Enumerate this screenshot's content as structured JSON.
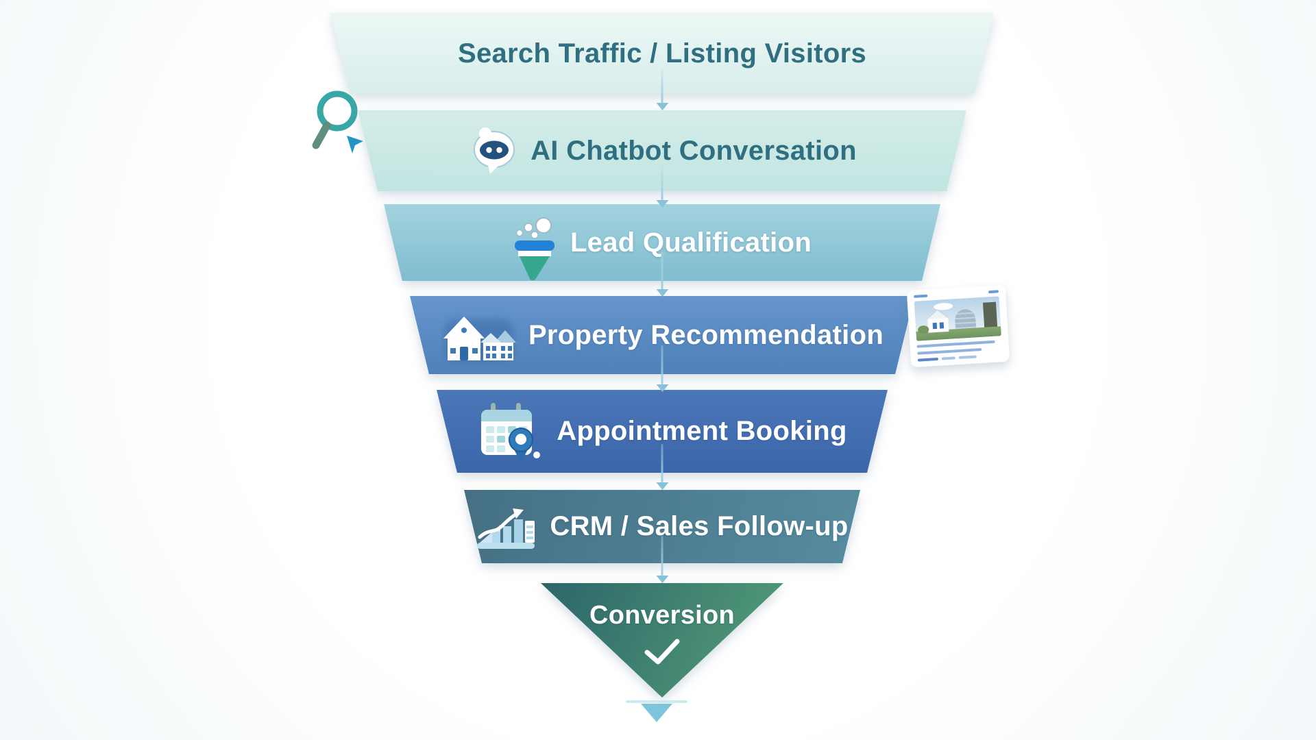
{
  "diagram": {
    "type": "funnel",
    "title": null,
    "stages": [
      {
        "label": "Search Traffic / Listing Visitors",
        "icon": null,
        "text_color": "#2f6f80",
        "bg": [
          "#ecf7f5",
          "#d8eeeb"
        ],
        "angle": "180deg"
      },
      {
        "label": "AI Chatbot Conversation",
        "icon": "chatbot-icon",
        "text_color": "#2f6f80",
        "bg": [
          "#d4ece9",
          "#c1e5e1"
        ],
        "angle": "180deg"
      },
      {
        "label": "Lead Qualification",
        "icon": "funnel-icon",
        "text_color": "#ffffff",
        "bg": [
          "#a3d2de",
          "#7fbdd0"
        ],
        "angle": "180deg"
      },
      {
        "label": "Property Recommendation",
        "icon": "houses-icon",
        "text_color": "#ffffff",
        "bg": [
          "#6695cb",
          "#4e81ba"
        ],
        "angle": "180deg"
      },
      {
        "label": "Appointment Booking",
        "icon": "calendar-pin-icon",
        "text_color": "#ffffff",
        "bg": [
          "#4b76b8",
          "#3b67aa"
        ],
        "angle": "180deg"
      },
      {
        "label": "CRM / Sales Follow-up",
        "icon": "chart-growth-icon",
        "text_color": "#ffffff",
        "bg": [
          "#457084",
          "#578b9f"
        ],
        "angle": "100deg"
      },
      {
        "label": "Conversion",
        "icon": "checkmark-icon",
        "text_color": "#ffffff",
        "bg": [
          "#2c656b",
          "#55a077"
        ],
        "angle": "115deg"
      }
    ],
    "connector_color": "#9ccbe0",
    "connector_head_color": "#86c2d9",
    "bottom_indicator": {
      "bar_color": "#cdeaf2",
      "arrow_color": "#7cc5da"
    },
    "decorations": [
      "magnifier-cursor-icon",
      "property-listing-thumbnail"
    ]
  }
}
